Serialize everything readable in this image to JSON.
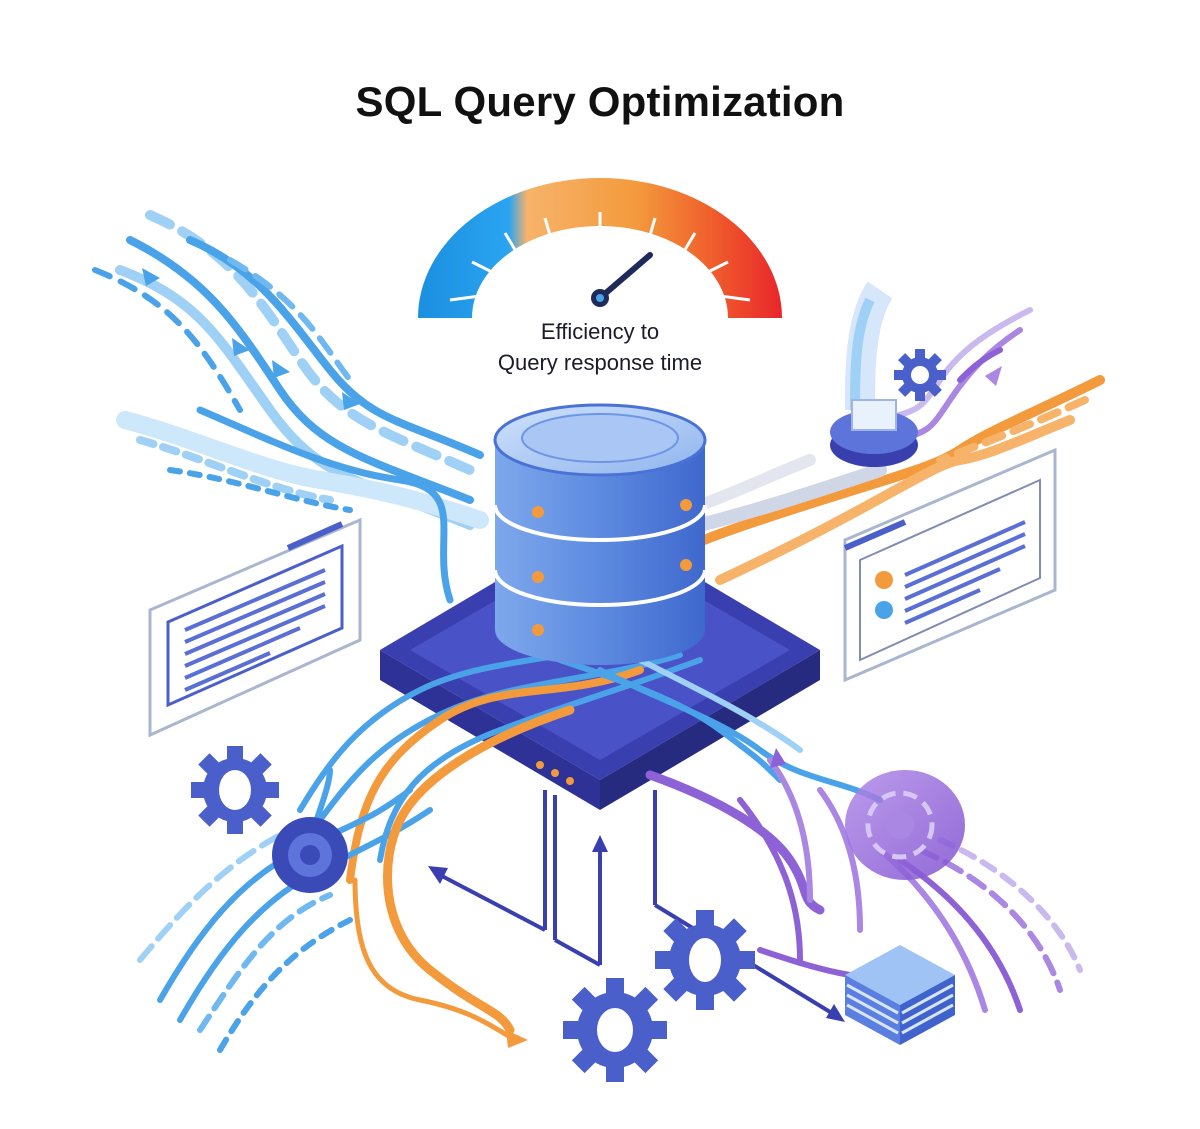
{
  "title": "SQL Query Optimization",
  "gauge": {
    "label_line1": "Efficiency to",
    "label_line2": "Query response time"
  },
  "colors": {
    "blue_flow": "#4aa3e8",
    "light_blue_flow": "#9fd0f5",
    "orange_flow": "#f39a3c",
    "purple_flow": "#8d62d6",
    "navy": "#3a3fb0",
    "gear": "#4a5fc9",
    "gauge_low": "#1b8fe0",
    "gauge_mid": "#f7b36a",
    "gauge_high": "#e8262b"
  },
  "icons": [
    "database-icon",
    "gear-icon",
    "gauge-icon",
    "document-panel-icon",
    "stack-icon",
    "server-base-icon"
  ]
}
